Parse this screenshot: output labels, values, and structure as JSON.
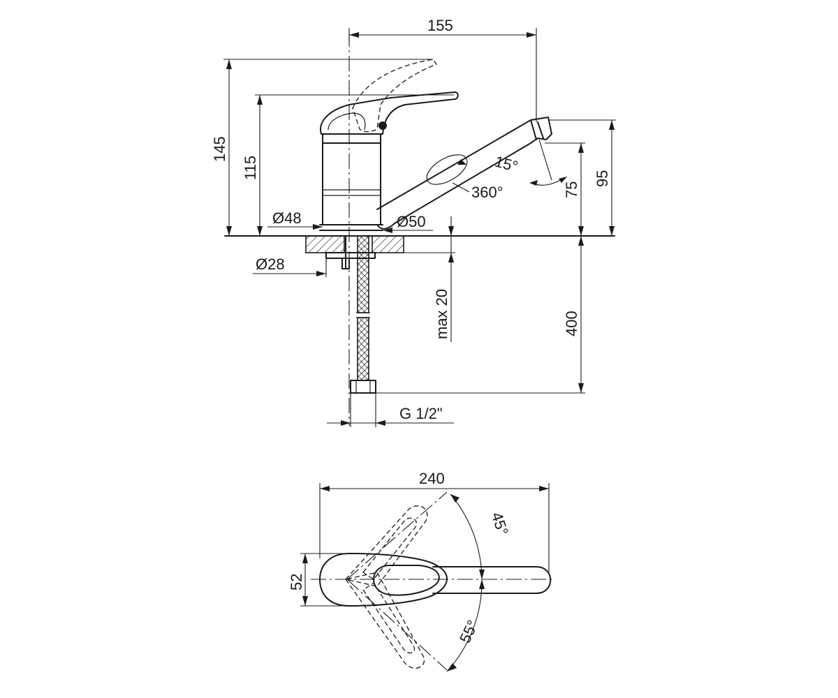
{
  "drawing": {
    "side_view": {
      "dim_width_top": "155",
      "dim_total_height": "145",
      "dim_body_height": "115",
      "dim_spout_height": "95",
      "dim_spout_outlet": "75",
      "angle_aerator": "15°",
      "angle_swivel": "360°",
      "dia_body": "Ø48",
      "dia_base": "Ø50",
      "dia_shank": "Ø28",
      "max_counter": "max 20",
      "hose_length": "400",
      "thread": "G 1/2\""
    },
    "top_view": {
      "dim_length": "240",
      "dim_handle_width": "52",
      "angle_upper": "45°",
      "angle_lower": "55°"
    }
  }
}
